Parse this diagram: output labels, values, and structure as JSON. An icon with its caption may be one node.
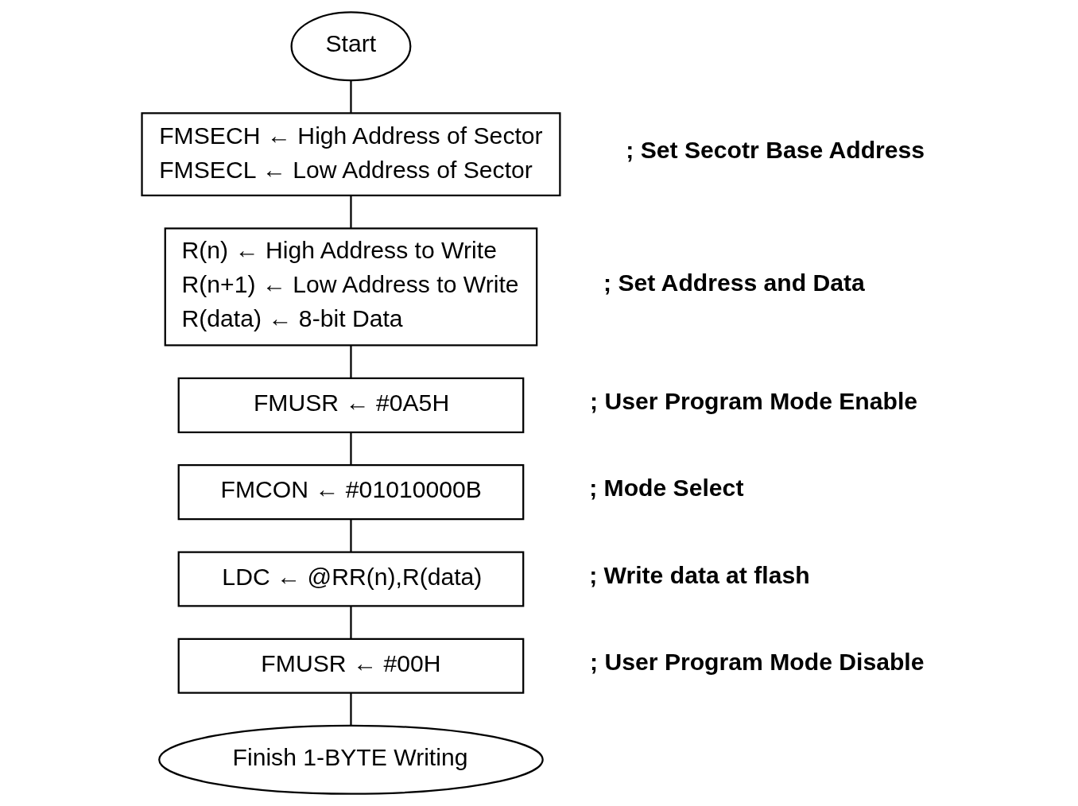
{
  "diagram": {
    "nodes": [
      {
        "text": [
          "Start"
        ]
      },
      {
        "text": [
          "FMSECH ← High Address of Sector",
          "FMSECL ← Low Address of Sector"
        ],
        "beside": [
          "; Set Secotr Base Address"
        ]
      },
      {
        "text": [
          "R(n) ← High Address to Write",
          "R(n+1) ← Low Address to Write",
          "R(data) ← 8-bit Data"
        ],
        "beside": [
          "; Set Address and Data"
        ]
      },
      {
        "text": [
          "FMUSR ← #0A5H"
        ],
        "beside": [
          "; User Program Mode Enable"
        ]
      },
      {
        "text": [
          "FMCON ← #01010000B"
        ],
        "beside": [
          "; Mode Select"
        ]
      },
      {
        "text": [
          "LDC ← @RR(n),R(data)"
        ],
        "beside": [
          "; Write data at flash"
        ]
      },
      {
        "text": [
          "FMUSR ← #00H"
        ],
        "beside": [
          "; User Program Mode Disable"
        ]
      },
      {
        "text": [
          "Finish 1-BYTE Writing"
        ]
      }
    ],
    "edges": [
      {
        "from": 0,
        "to": 1,
        "arrow": "none"
      },
      {
        "from": 1,
        "to": 2,
        "arrow": "none"
      },
      {
        "from": 2,
        "to": 3,
        "arrow": "none"
      },
      {
        "from": 3,
        "to": 4,
        "arrow": "none"
      },
      {
        "from": 4,
        "to": 5,
        "arrow": "none"
      },
      {
        "from": 5,
        "to": 6,
        "arrow": "none"
      },
      {
        "from": 6,
        "to": 7,
        "arrow": "none"
      }
    ]
  }
}
